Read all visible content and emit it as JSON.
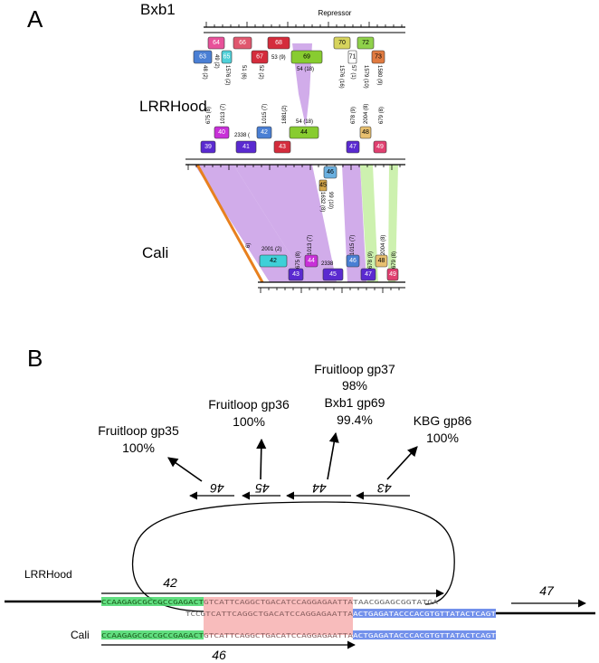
{
  "panel_a": {
    "label": "A",
    "bxb1": {
      "name": "Bxb1",
      "repressor": "Repressor",
      "top_genes": [
        {
          "num": "64",
          "color": "#e8519a"
        },
        {
          "num": "66",
          "color": "#e0576e"
        },
        {
          "num": "68",
          "color": "#d42c3c"
        },
        {
          "num": "70",
          "color": "#d6d35c"
        },
        {
          "num": "72",
          "color": "#8fd14a"
        }
      ],
      "bottom_genes": [
        {
          "num": "63",
          "color": "#4a7fd4"
        },
        {
          "num": "65",
          "color": "#4fd0d8"
        },
        {
          "num": "67",
          "color": "#d42c3c"
        },
        {
          "num": "69",
          "color": "#88cc30"
        },
        {
          "num": "71",
          "color": "#ffffff"
        },
        {
          "num": "73",
          "color": "#e07a40"
        }
      ],
      "phams": [
        "48 (2)",
        "49 (2)",
        "1576 (2)",
        "51 (6)",
        "52 (2)",
        "1576 (16)",
        "57 (1)",
        "1579 (10)",
        "1580 (9)"
      ],
      "pham_53": "53 (9)",
      "pham_54": "54 (18)"
    },
    "lrrhood": {
      "name": "LRRHood",
      "top_genes": [
        {
          "num": "40",
          "color": "#c830d8"
        },
        {
          "num": "42",
          "color": "#4a7fd4"
        },
        {
          "num": "44",
          "color": "#88cc30"
        },
        {
          "num": "48",
          "color": "#e8c070"
        }
      ],
      "bottom_genes": [
        {
          "num": "39",
          "color": "#5a2ad0"
        },
        {
          "num": "41",
          "color": "#5a2ad0"
        },
        {
          "num": "43",
          "color": "#d42c3c"
        },
        {
          "num": "47",
          "color": "#5a2ad0"
        },
        {
          "num": "49",
          "color": "#e04070"
        }
      ],
      "phams": [
        "675 (8)",
        "1013 (7)",
        "1015 (7)",
        "1881(2)",
        "678 (9)",
        "2004 (8)",
        "679 (8)"
      ],
      "pham_2338": "2338 (",
      "pham_54": "54 (18)",
      "extra_genes": [
        {
          "num": "46",
          "color": "#6ab0e0"
        },
        {
          "num": "45",
          "color": "#d6a84a"
        }
      ],
      "extra_phams": [
        "1632 (8)",
        "99 (10)"
      ]
    },
    "cali": {
      "name": "Cali",
      "top_genes": [
        {
          "num": "42",
          "color": "#3ed0d8"
        },
        {
          "num": "44",
          "color": "#c830d8"
        },
        {
          "num": "46",
          "color": "#4a7fd4"
        },
        {
          "num": "48",
          "color": "#e8c070"
        }
      ],
      "bottom_genes": [
        {
          "num": "43",
          "color": "#5a2ad0"
        },
        {
          "num": "45",
          "color": "#5a2ad0"
        },
        {
          "num": "47",
          "color": "#5a2ad0"
        },
        {
          "num": "49",
          "color": "#e04070"
        }
      ],
      "phams": [
        "675 (8)",
        "1013 (7)",
        "1015 (7)",
        "678 (9)",
        "2004 (8)",
        "679 (8)"
      ],
      "pham_2001": "2001 (2)",
      "pham_2338": "2338",
      "pham_6": "6)"
    }
  },
  "panel_b": {
    "label": "B",
    "hits": [
      {
        "lines": [
          "Fruitloop gp35",
          "100%"
        ]
      },
      {
        "lines": [
          "Fruitloop gp36",
          "100%"
        ]
      },
      {
        "lines": [
          "Fruitloop gp37",
          "98%",
          "Bxb1 gp69",
          "99.4%"
        ]
      },
      {
        "lines": [
          "KBG gp86",
          "100%"
        ]
      }
    ],
    "orf_labels": [
      "46",
      "45",
      "44",
      "43"
    ],
    "genome_a": "LRRHood",
    "genome_b": "Cali",
    "gene_a_left": "42",
    "gene_a_right": "47",
    "gene_b": "46",
    "seq_row1": {
      "green": "CCAAGAGCGCCGCCGAGACT",
      "pink": "GTCATTCAGGCTGACATCCAGGAGAATTA",
      "rest": "TAACGGAGCGGTATGA"
    },
    "seq_row2": {
      "pre": "TCCG",
      "pink": "TCATTCAGGCTGACATCCAGGAGAATTA",
      "blue": "ACTGAGATACCCACGTGTTATACTCAGT"
    },
    "seq_row3": {
      "green": "CCAAGAGCGCCGCCGAGACT",
      "pink": "GTCATTCAGGCTGACATCCAGGAGAATTA",
      "blue": "ACTGAGATACCCACGTGTTATACTCAGT"
    }
  }
}
